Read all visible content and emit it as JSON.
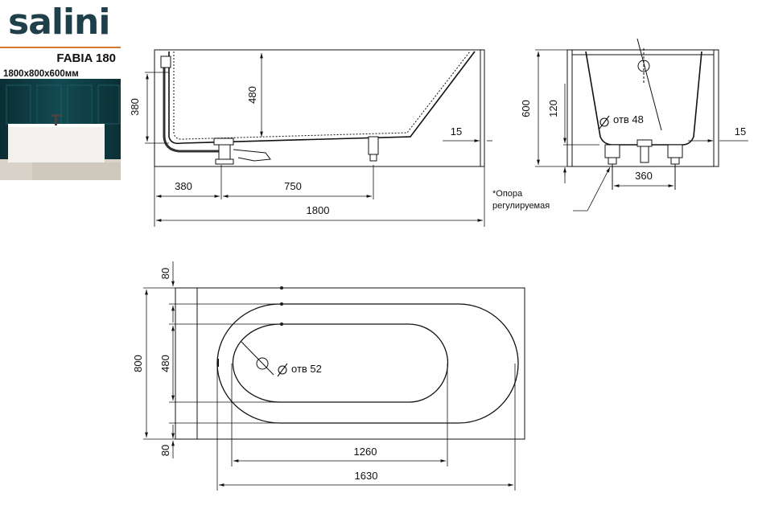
{
  "brand": {
    "name": "salini",
    "model": "FABIA 180",
    "dimensions": "1800x800x600мм"
  },
  "side_view": {
    "dim_height_380": "380",
    "dim_depth_480": "480",
    "dim_side_15": "15",
    "dim_380": "380",
    "dim_750": "750",
    "dim_length_1800": "1800"
  },
  "end_view": {
    "dim_height_600": "600",
    "dim_120": "120",
    "hole_label": "отв 48",
    "dim_side_15": "15",
    "dim_360": "360",
    "note_line1": "*Опора",
    "note_line2": "регулируемая"
  },
  "top_view": {
    "dim_80_top": "80",
    "dim_800": "800",
    "dim_480": "480",
    "dim_80_bottom": "80",
    "hole_label": "отв 52",
    "dim_1260": "1260",
    "dim_1630": "1630"
  },
  "colors": {
    "brand": "#1f3f4a",
    "accent_line": "#d9772b",
    "photo_wall": "#0f3a40"
  }
}
